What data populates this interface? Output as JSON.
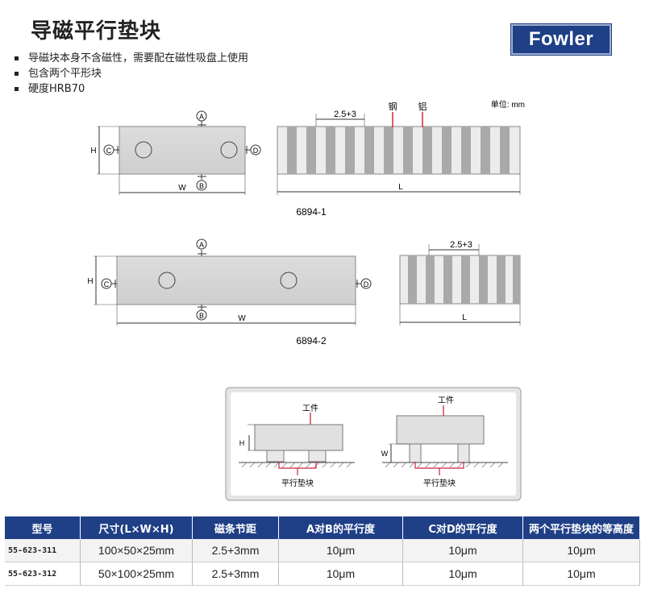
{
  "title": "导磁平行垫块",
  "logo": "Fowler",
  "bullets": [
    "导磁块本身不含磁性，需要配在磁性吸盘上使用",
    "包含两个平形块",
    "硬度HRB70"
  ],
  "labels": {
    "unit": "单位: mm",
    "steel": "钢",
    "aluminum": "铝",
    "pitch": "2.5+3",
    "A": "A",
    "B": "B",
    "C": "C",
    "D": "D",
    "H": "H",
    "W": "W",
    "L": "L",
    "model1": "6894-1",
    "model2": "6894-2",
    "workpiece": "工件",
    "pads": "平行垫块"
  },
  "table": {
    "headers": [
      "型号",
      "尺寸(L×W×H)",
      "磁条节距",
      "A对B的平行度",
      "C对D的平行度",
      "两个平行垫块的等高度"
    ],
    "rows": [
      [
        "55-623-311",
        "100×50×25mm",
        "2.5+3mm",
        "10μm",
        "10μm",
        "10μm"
      ],
      [
        "55-623-312",
        "50×100×25mm",
        "2.5+3mm",
        "10μm",
        "10μm",
        "10μm"
      ]
    ]
  },
  "colors": {
    "header_bg": "#1f3f86",
    "logo_bg": "#1f3f86",
    "marker_red": "#d2253b"
  }
}
